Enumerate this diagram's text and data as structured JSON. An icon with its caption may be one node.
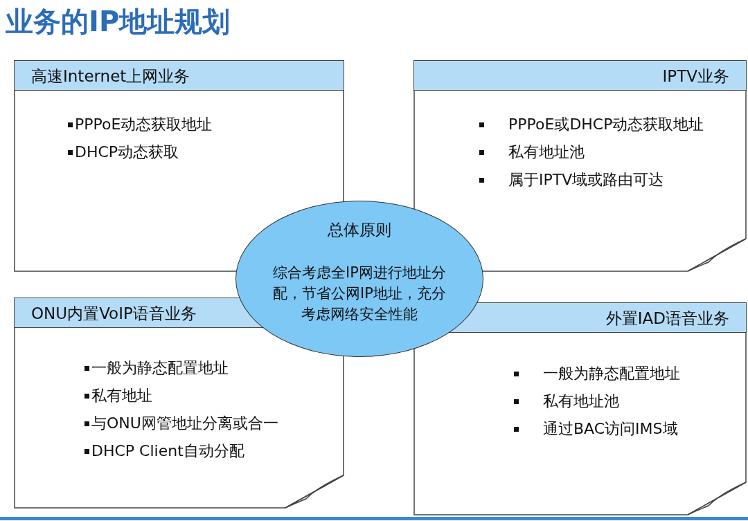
{
  "diagram": {
    "title": "业务的IP地址规划",
    "nodes": [
      {
        "text": [
          "高速Internet上网业务",
          "PPPoE动态获取地址",
          "DHCP动态获取"
        ]
      },
      {
        "text": [
          "IPTV业务",
          "PPPoE或DHCP动态获取地址",
          "私有地址池",
          "属于IPTV域或路由可达"
        ]
      },
      {
        "text": [
          "总体原则",
          "综合考虑全IP网进行地址分配，节省公网IP地址，充分考虑网络安全性能"
        ]
      },
      {
        "text": [
          "ONU内置VoIP语音业务",
          "一般为静态配置地址",
          "私有地址",
          "与ONU网管地址分离或合一",
          "DHCP Client自动分配"
        ]
      },
      {
        "text": [
          "外置IAD语音业务",
          "一般为静态配置地址",
          "私有地址池",
          "通过BAC访问IMS域"
        ]
      }
    ],
    "edges": []
  }
}
